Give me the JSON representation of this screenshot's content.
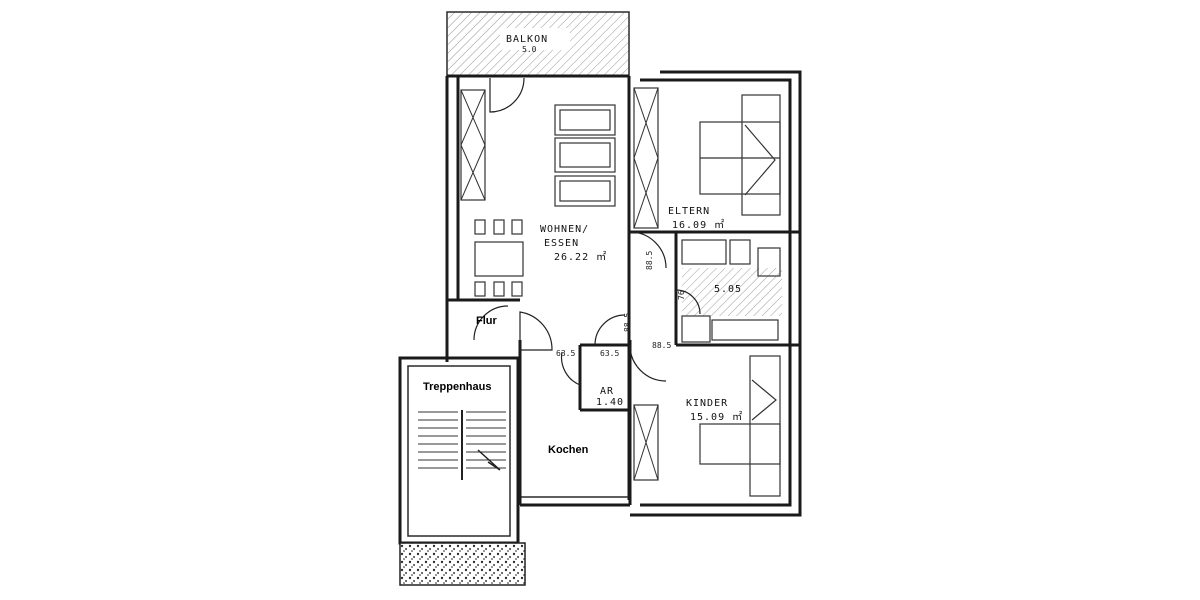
{
  "rooms": {
    "balkon": {
      "name": "BALKON",
      "area": "5.0"
    },
    "wohnen": {
      "name_line1": "WOHNEN/",
      "name_line2": "ESSEN",
      "area": "26.22 ㎡"
    },
    "eltern": {
      "name": "ELTERN",
      "area": "16.09 ㎡"
    },
    "bad": {
      "area": "5.05"
    },
    "flur": {
      "name": "Flur"
    },
    "treppenhaus": {
      "name": "Treppenhaus"
    },
    "ar": {
      "name": "AR",
      "area": "1.40"
    },
    "kinder": {
      "name": "KINDER",
      "area": "15.09 ㎡"
    },
    "kochen": {
      "name": "Kochen"
    }
  },
  "dims": {
    "d1": "88.5",
    "d2": "76",
    "d3": "88.5",
    "d4": "63.5",
    "d5": "63.5",
    "d6": "88.5"
  }
}
